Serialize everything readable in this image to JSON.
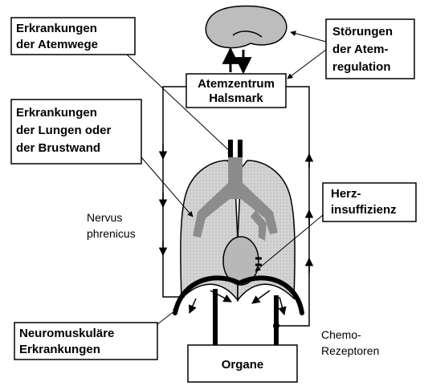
{
  "labels": {
    "airways": [
      "Erkrankungen",
      "der Atemwege"
    ],
    "lungs": [
      "Erkrankungen",
      "der Lungen oder",
      "der Brustwand"
    ],
    "regulation": [
      "Störungen",
      "der Atem-",
      "regulation"
    ],
    "center": [
      "Atemzentrum",
      "Halsmark"
    ],
    "heart": [
      "Herz-",
      "insuffizienz"
    ],
    "nerve": [
      "Nervus",
      "phrenicus"
    ],
    "neuromuscular": [
      "Neuromuskuläre",
      "Erkrankungen"
    ],
    "chemo": [
      "Chemo-",
      "Rezeptoren"
    ],
    "organs": "Organe"
  },
  "colors": {
    "lung_fill": "#d4d4d4",
    "airway_fill": "#8c8c8c",
    "brain_fill": "#bdbdbd",
    "heart_fill": "#b8b8b8",
    "line": "#000000"
  }
}
